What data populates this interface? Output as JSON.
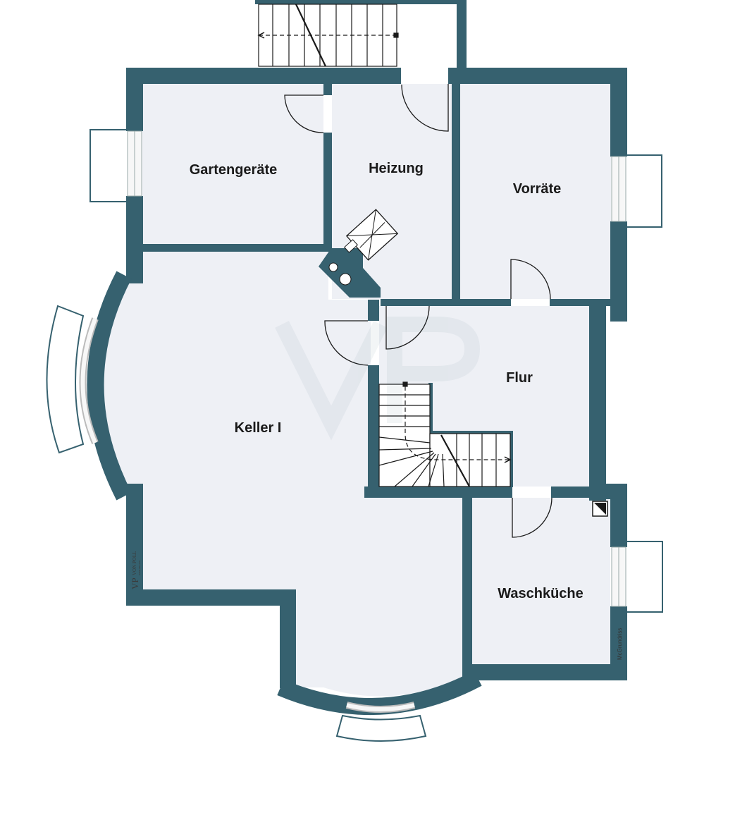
{
  "rooms": {
    "gartengeraete": "Gartengeräte",
    "heizung": "Heizung",
    "vorraete": "Vorräte",
    "flur": "Flur",
    "keller": "Keller I",
    "waschkueche": "Waschküche"
  },
  "branding": {
    "logo_mark": "VP",
    "logo_name": "VON POLL",
    "logo_tagline": "IMMOBILIEN",
    "credit": "McGrundriss"
  },
  "colors": {
    "wall": "#36616f",
    "floor": "#eef0f5",
    "line": "#1a1a1a"
  }
}
